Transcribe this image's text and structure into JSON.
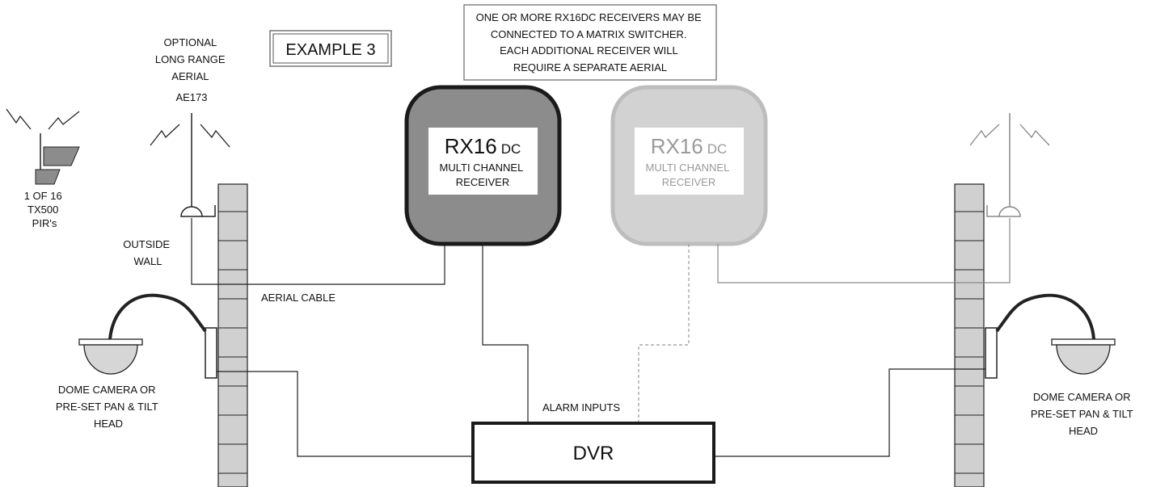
{
  "title_box": {
    "text": "EXAMPLE 3"
  },
  "note_box": {
    "lines": [
      "ONE OR MORE RX16DC RECEIVERS MAY BE",
      "CONNECTED TO A MATRIX SWITCHER.",
      "EACH ADDITIONAL RECEIVER WILL",
      "REQUIRE A SEPARATE AERIAL"
    ]
  },
  "aerial_label": {
    "lines": [
      "OPTIONAL",
      "LONG RANGE",
      "AERIAL"
    ],
    "model": "AE173"
  },
  "pir_label": {
    "lines": [
      "1 OF 16",
      "TX500",
      "PIR's"
    ]
  },
  "wall_label": {
    "lines": [
      "OUTSIDE",
      "WALL"
    ]
  },
  "aerial_cable_label": "AERIAL CABLE",
  "receiver_primary": {
    "model": "RX16",
    "suffix": "DC",
    "line1": "MULTI CHANNEL",
    "line2": "RECEIVER"
  },
  "receiver_secondary": {
    "model": "RX16",
    "suffix": "DC",
    "line1": "MULTI CHANNEL",
    "line2": "RECEIVER"
  },
  "dome_left": {
    "lines": [
      "DOME CAMERA OR",
      "PRE-SET PAN & TILT",
      "HEAD"
    ]
  },
  "dome_right": {
    "lines": [
      "DOME CAMERA OR",
      "PRE-SET PAN & TILT",
      "HEAD"
    ]
  },
  "alarm_inputs_label": "ALARM INPUTS",
  "dvr_label": "DVR",
  "colors": {
    "receiver_primary_fill": "#8c8c8c",
    "receiver_primary_border": "#1a1a1a",
    "receiver_secondary_fill": "#d2d2d2",
    "receiver_secondary_border": "#bdbdbd",
    "wall_fill": "#d0d0d0",
    "dome_fill": "#d6d6d6"
  }
}
